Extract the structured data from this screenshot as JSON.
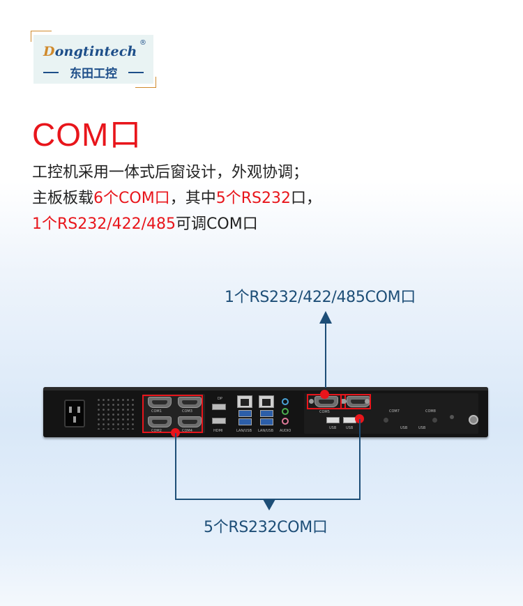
{
  "logo": {
    "brand_initial": "D",
    "brand_rest": "ongtintech",
    "registered": "®",
    "chinese": "东田工控"
  },
  "section_title": "COM口",
  "description": {
    "line1": "工控机采用一体式后窗设计，外观协调；",
    "line2_a": "主板板载",
    "line2_b": "6个COM口",
    "line2_c": "，其中",
    "line2_d": "5个RS232",
    "line2_e": "口，",
    "line3_a": "1个RS232/422/485",
    "line3_b": "可调COM口"
  },
  "callouts": {
    "top": "1个RS232/422/485COM口",
    "bottom": "5个RS232COM口"
  },
  "port_labels": {
    "com1": "COM1",
    "com3": "COM3",
    "com2": "COM2",
    "com4": "COM4",
    "dp": "DP",
    "hdmi": "HDMI",
    "lan_usb_1": "LAN/USB",
    "lan_usb_2": "LAN/USB",
    "audio": "AUDIO",
    "com5": "COM5",
    "usb_1": "USB",
    "usb_2": "USB",
    "com7": "COM7",
    "com8": "COM8",
    "usb_3": "USB",
    "usb_4": "USB"
  },
  "colors": {
    "accent_red": "#e8151b",
    "brand_blue": "#1d4e89",
    "callout_blue": "#1d4e77"
  }
}
